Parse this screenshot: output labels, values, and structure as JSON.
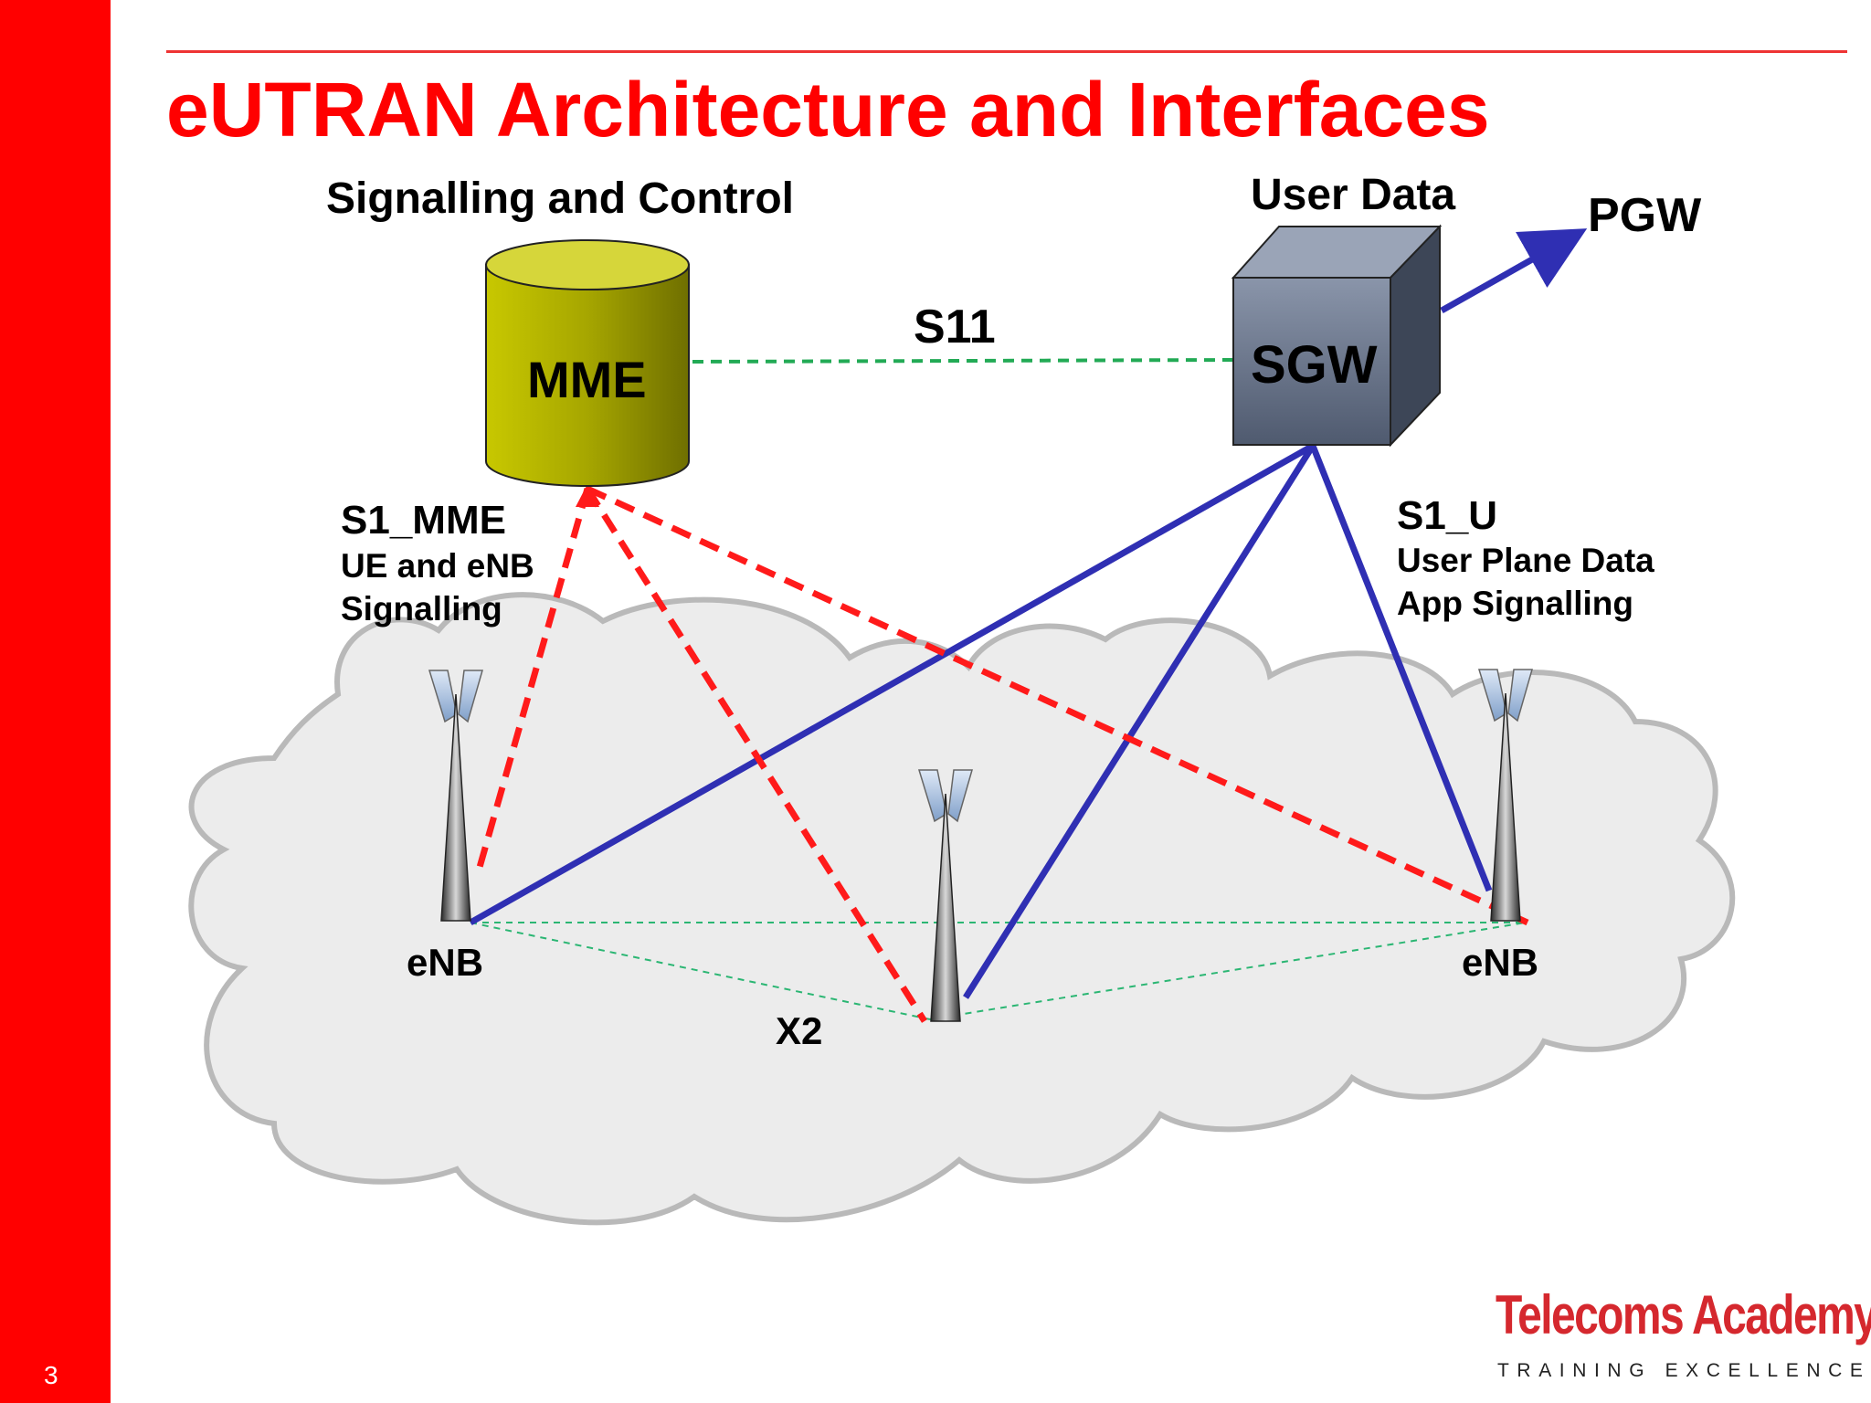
{
  "slide": {
    "title": "eUTRAN Architecture and Interfaces",
    "number": "3"
  },
  "diagram": {
    "signalling_heading": "Signalling and Control",
    "user_data_heading": "User Data",
    "mme_label": "MME",
    "sgw_label": "SGW",
    "pgw_label": "PGW",
    "s11_label": "S11",
    "s1_mme": {
      "title": "S1_MME",
      "line1": "UE and eNB",
      "line2": "Signalling"
    },
    "s1_u": {
      "title": "S1_U",
      "line1": "User Plane Data",
      "line2": "App Signalling"
    },
    "enb_left_label": "eNB",
    "enb_right_label": "eNB",
    "x2_label": "X2"
  },
  "logo": {
    "name": "Telecoms Academy",
    "tagline": "TRAINING EXCELLENCE"
  },
  "colors": {
    "accent_red": "#ff0000",
    "user_plane_blue": "#2f2fb3",
    "control_plane_red": "#ff1a1a",
    "s11_green": "#22aa55",
    "mme_olive": "#a8a800",
    "sgw_slate": "#5d6a80"
  }
}
